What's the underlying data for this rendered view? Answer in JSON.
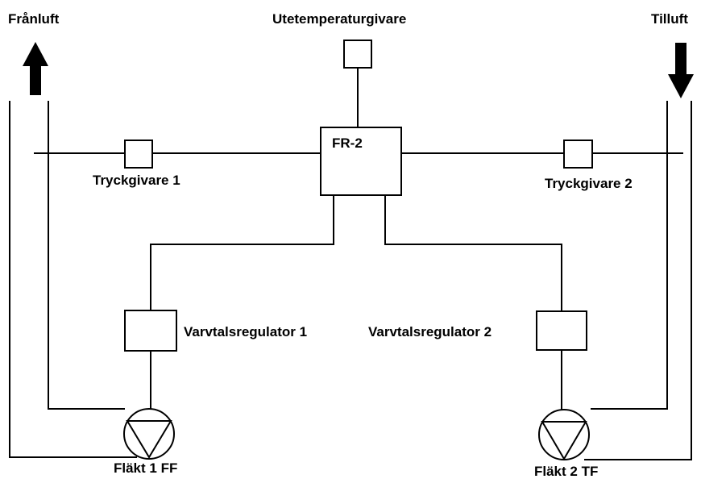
{
  "diagram": {
    "exhaust_air_label": "Frånluft",
    "supply_air_label": "Tilluft",
    "outdoor_sensor_label": "Utetemperaturgivare",
    "controller_label": "FR-2",
    "pressure_sensor_1_label": "Tryckgivare 1",
    "pressure_sensor_2_label": "Tryckgivare 2",
    "speed_controller_1_label": "Varvtalsregulator 1",
    "speed_controller_2_label": "Varvtalsregulator 2",
    "fan_1_label": "Fläkt 1 FF",
    "fan_2_label": "Fläkt 2 TF",
    "exhaust_direction": "up",
    "supply_direction": "down"
  }
}
